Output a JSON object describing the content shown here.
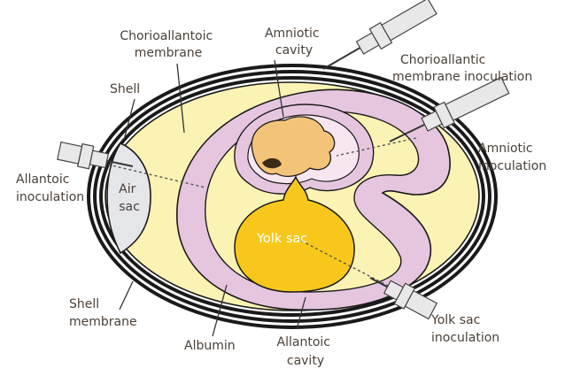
{
  "labels": {
    "chorioallantoic_membrane": [
      "Chorioallantoic",
      "membrane"
    ],
    "amniotic_cavity": [
      "Amniotic",
      "cavity"
    ],
    "chorioallantoic_inoculation": [
      "Chorioallantic",
      "membrane inoculation"
    ],
    "shell": "Shell",
    "amniotic_inoculation": [
      "Amniotic",
      "inoculation"
    ],
    "allantoic_inoculation": [
      "Allantoic",
      "inoculation"
    ],
    "air_sac": [
      "Air",
      "sac"
    ],
    "yolk_sac": "Yolk sac",
    "shell_membrane": [
      "Shell",
      "membrane"
    ],
    "albumin": "Albumin",
    "allantoic_cavity": [
      "Allantoic",
      "cavity"
    ],
    "yolk_sac_inoculation": [
      "Yolk sac",
      "inoculation"
    ]
  },
  "colors": {
    "shell": "#1a1a1a",
    "albumin": "#fbf3b4",
    "allantoic": "#e6c6df",
    "amniotic": "#f7e6f0",
    "embryo": "#f3c478",
    "yolk": "#f7c81b",
    "air_sac": "#e4e6ea",
    "needle": "#e8e8e8",
    "label_text": "#4a4038"
  }
}
